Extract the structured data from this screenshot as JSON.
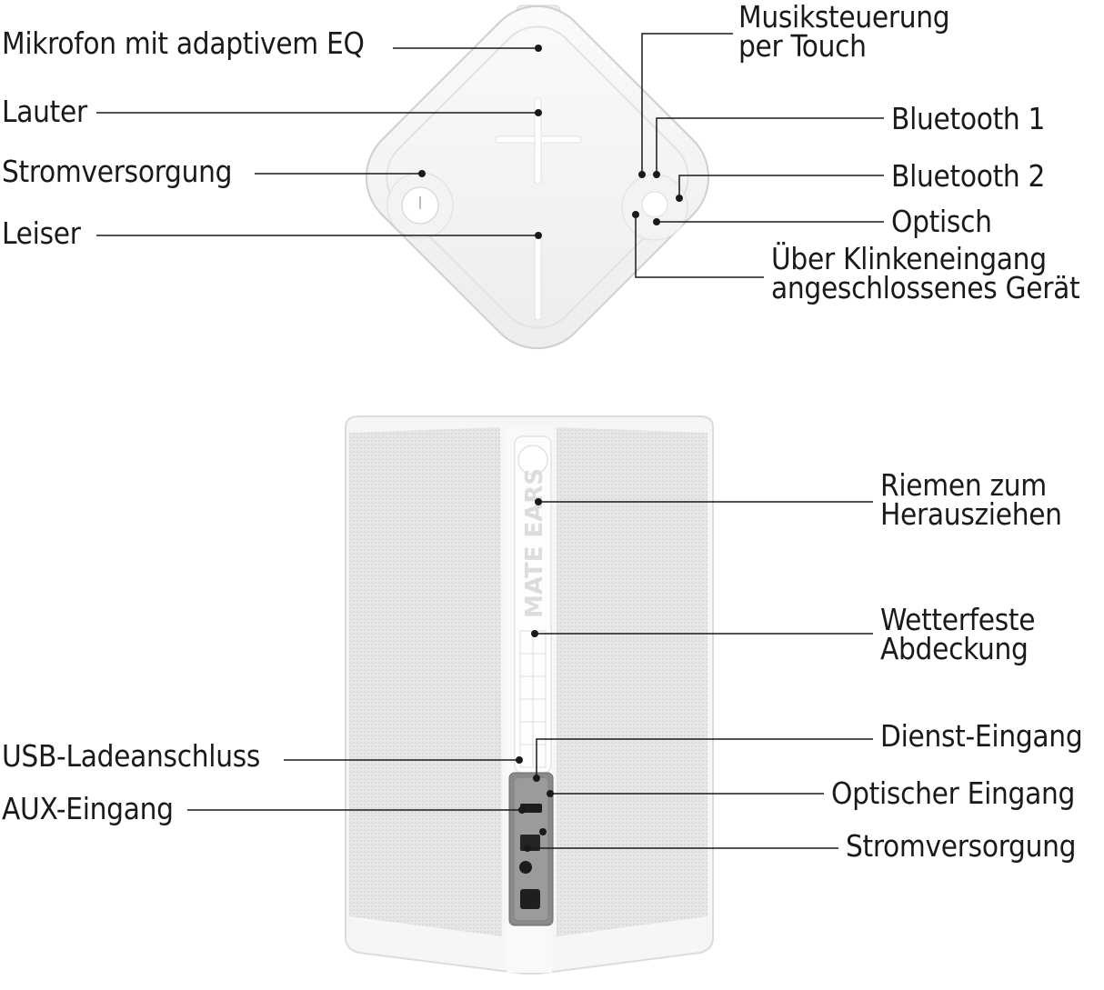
{
  "labels": {
    "mikrofon": "Mikrofon mit adaptivem EQ",
    "lauter": "Lauter",
    "strom_top": "Stromversorgung",
    "leiser": "Leiser",
    "musik_line1": "Musiksteuerung",
    "musik_line2": "per Touch",
    "bt1": "Bluetooth 1",
    "bt2": "Bluetooth 2",
    "optisch": "Optisch",
    "klinke_line1": "Über Klinkeneingang",
    "klinke_line2": "angeschlossenes Gerät",
    "riemen_line1": "Riemen zum",
    "riemen_line2": "Herausziehen",
    "wetter_line1": "Wetterfeste",
    "wetter_line2": "Abdeckung",
    "usb": "USB-Ladeanschluss",
    "dienst": "Dienst-Eingang",
    "aux": "AUX-Eingang",
    "optischer": "Optischer Eingang",
    "strom_bottom": "Stromversorgung"
  },
  "brand_text": "MATE EARS",
  "colors": {
    "line": "#1a1a1a",
    "body": "#f7f7f7",
    "fabric": "#e3e3e3",
    "port_panel": "#8a8a8a"
  }
}
